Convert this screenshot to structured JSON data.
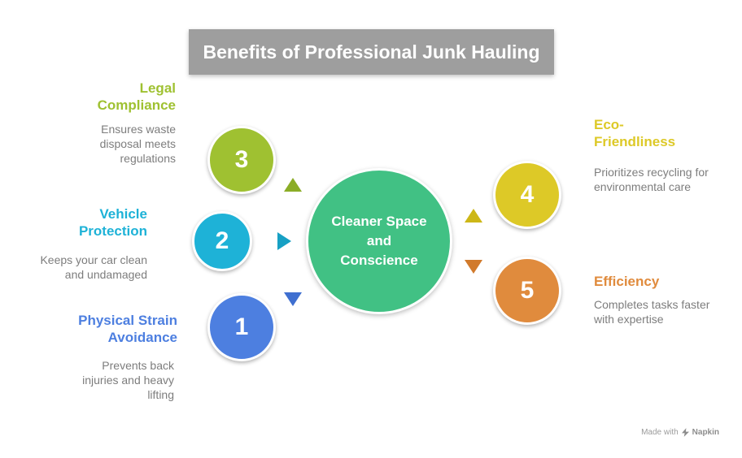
{
  "title": "Benefits of Professional Junk Hauling",
  "title_banner_color": "#9e9e9e",
  "center": {
    "label": "Cleaner Space and Conscience",
    "color": "#41c184"
  },
  "items": [
    {
      "number": "1",
      "title": "Physical Strain Avoidance",
      "description": "Prevents back injuries and heavy lifting",
      "color": "#4d7fe0",
      "arrow_color": "#3f6fd0",
      "arrow_icon": "triangle-down-icon"
    },
    {
      "number": "2",
      "title": "Vehicle Protection",
      "description": "Keeps your car clean and undamaged",
      "color": "#1eb2d7",
      "arrow_color": "#17a0c4",
      "arrow_icon": "triangle-right-icon"
    },
    {
      "number": "3",
      "title": "Legal Compliance",
      "description": "Ensures waste disposal meets regulations",
      "color": "#9fc131",
      "arrow_color": "#8bad27",
      "arrow_icon": "triangle-up-icon"
    },
    {
      "number": "4",
      "title": "Eco-Friendliness",
      "description": "Prioritizes recycling for environmental care",
      "color": "#ddc927",
      "arrow_color": "#cdb717",
      "arrow_icon": "triangle-up-icon"
    },
    {
      "number": "5",
      "title": "Efficiency",
      "description": "Completes tasks faster with expertise",
      "color": "#e08b3d",
      "arrow_color": "#d17a2c",
      "arrow_icon": "triangle-down-icon"
    }
  ],
  "footer": {
    "made_with_label": "Made with",
    "brand": "Napkin"
  }
}
